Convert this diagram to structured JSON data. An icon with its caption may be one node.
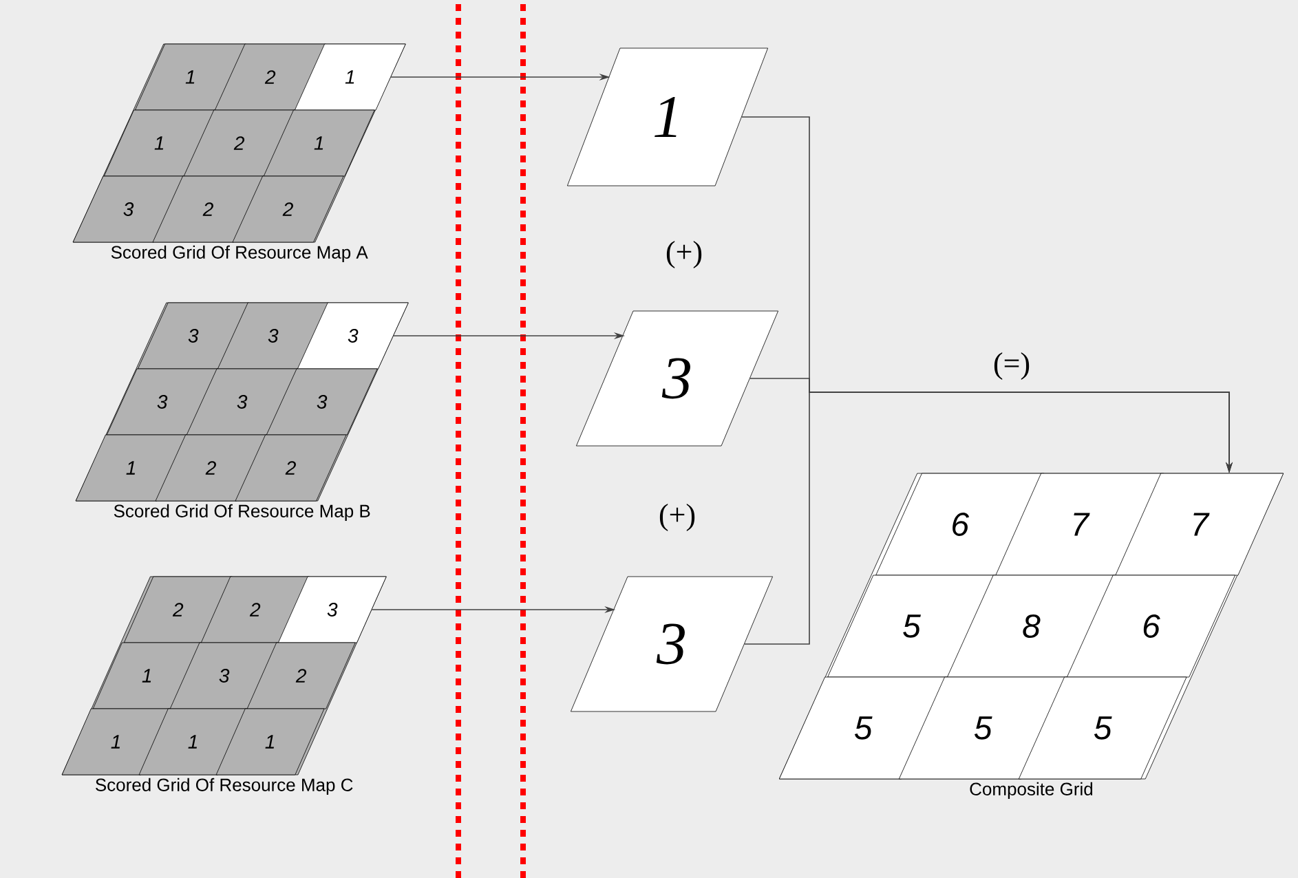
{
  "diagram": {
    "nodes": [
      {
        "text": [
          "Scored Grid Of Resource Map A"
        ]
      },
      {
        "text": [
          "1"
        ],
        "in": 0
      },
      {
        "text": [
          "2"
        ],
        "in": 0
      },
      {
        "text": [
          "1"
        ],
        "in": 0
      },
      {
        "text": [
          "1"
        ],
        "in": 0
      },
      {
        "text": [
          "2"
        ],
        "in": 0
      },
      {
        "text": [
          "1"
        ],
        "in": 0
      },
      {
        "text": [
          "3"
        ],
        "in": 0
      },
      {
        "text": [
          "2"
        ],
        "in": 0
      },
      {
        "text": [
          "2"
        ],
        "in": 0
      },
      {
        "text": [
          "Scored Grid Of Resource Map B"
        ]
      },
      {
        "text": [
          "3"
        ],
        "in": 10
      },
      {
        "text": [
          "3"
        ],
        "in": 10
      },
      {
        "text": [
          "3"
        ],
        "in": 10
      },
      {
        "text": [
          "3"
        ],
        "in": 10
      },
      {
        "text": [
          "3"
        ],
        "in": 10
      },
      {
        "text": [
          "3"
        ],
        "in": 10
      },
      {
        "text": [
          "1"
        ],
        "in": 10
      },
      {
        "text": [
          "2"
        ],
        "in": 10
      },
      {
        "text": [
          "2"
        ],
        "in": 10
      },
      {
        "text": [
          "Scored Grid Of Resource Map C"
        ]
      },
      {
        "text": [
          "2"
        ],
        "in": 20
      },
      {
        "text": [
          "2"
        ],
        "in": 20
      },
      {
        "text": [
          "3"
        ],
        "in": 20
      },
      {
        "text": [
          "1"
        ],
        "in": 20
      },
      {
        "text": [
          "3"
        ],
        "in": 20
      },
      {
        "text": [
          "2"
        ],
        "in": 20
      },
      {
        "text": [
          "1"
        ],
        "in": 20
      },
      {
        "text": [
          "1"
        ],
        "in": 20
      },
      {
        "text": [
          "1"
        ],
        "in": 20
      },
      {
        "text": [
          "1"
        ]
      },
      {
        "text": [
          "3"
        ]
      },
      {
        "text": [
          "3"
        ]
      },
      {
        "text": [
          "Composite Grid"
        ]
      },
      {
        "text": [
          "6"
        ],
        "in": 33
      },
      {
        "text": [
          "7"
        ],
        "in": 33
      },
      {
        "text": [
          "7"
        ],
        "in": 33
      },
      {
        "text": [
          "5"
        ],
        "in": 33
      },
      {
        "text": [
          "8"
        ],
        "in": 33
      },
      {
        "text": [
          "6"
        ],
        "in": 33
      },
      {
        "text": [
          "5"
        ],
        "in": 33
      },
      {
        "text": [
          "5"
        ],
        "in": 33
      },
      {
        "text": [
          "5"
        ],
        "in": 33
      }
    ],
    "edges": [
      {
        "from": 3,
        "to": 30,
        "arrow": "to"
      },
      {
        "from": 13,
        "to": 31,
        "arrow": "to"
      },
      {
        "from": 23,
        "to": 32,
        "arrow": "to"
      },
      {
        "from": 30,
        "to": 36,
        "arrow": "to"
      },
      {
        "from": 31,
        "to": 36,
        "arrow": "to",
        "label": "(=)"
      },
      {
        "from": 32,
        "to": 36,
        "arrow": "to"
      }
    ],
    "labels": [
      "(+)",
      "(+)"
    ]
  }
}
